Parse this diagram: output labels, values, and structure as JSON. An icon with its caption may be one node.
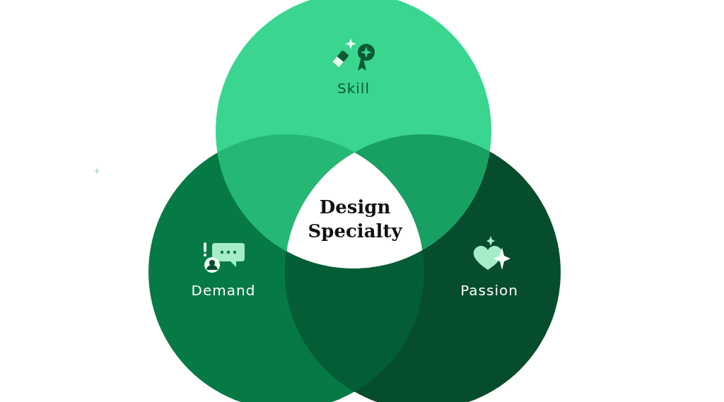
{
  "diagram": {
    "nodes": [
      {
        "text": [
          "Skill"
        ]
      },
      {
        "text": [
          "Demand"
        ]
      },
      {
        "text": [
          "Passion"
        ]
      },
      {
        "text": [
          "Design Specialty"
        ]
      }
    ]
  }
}
